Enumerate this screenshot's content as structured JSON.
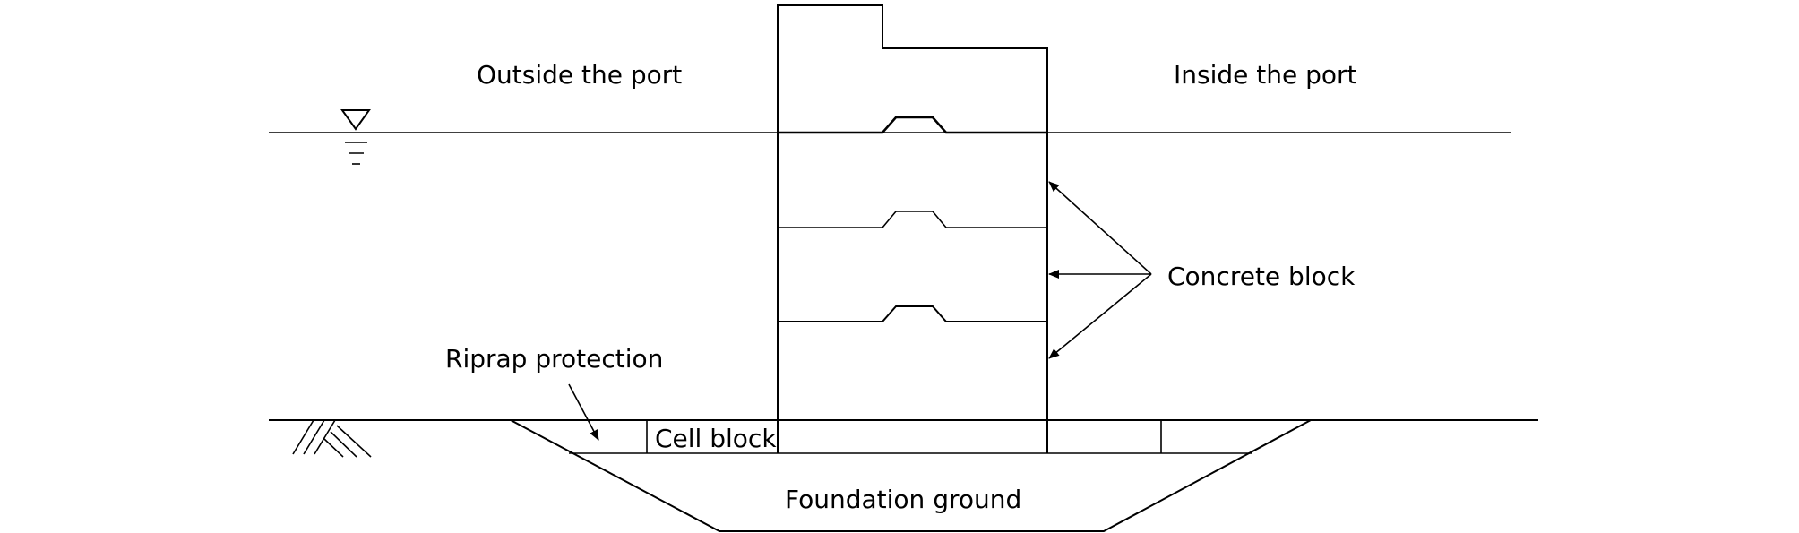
{
  "labels": {
    "outside_port": "Outside the port",
    "inside_port": "Inside the port",
    "concrete_block": "Concrete block",
    "riprap_protection": "Riprap protection",
    "cell_block": "Cell block",
    "foundation_ground": "Foundation ground"
  },
  "colors": {
    "line": "#000000",
    "background": "#ffffff"
  },
  "icons": {
    "water_level": "water-level-triangle-icon",
    "ground_hatch": "ground-hatch-icon"
  }
}
